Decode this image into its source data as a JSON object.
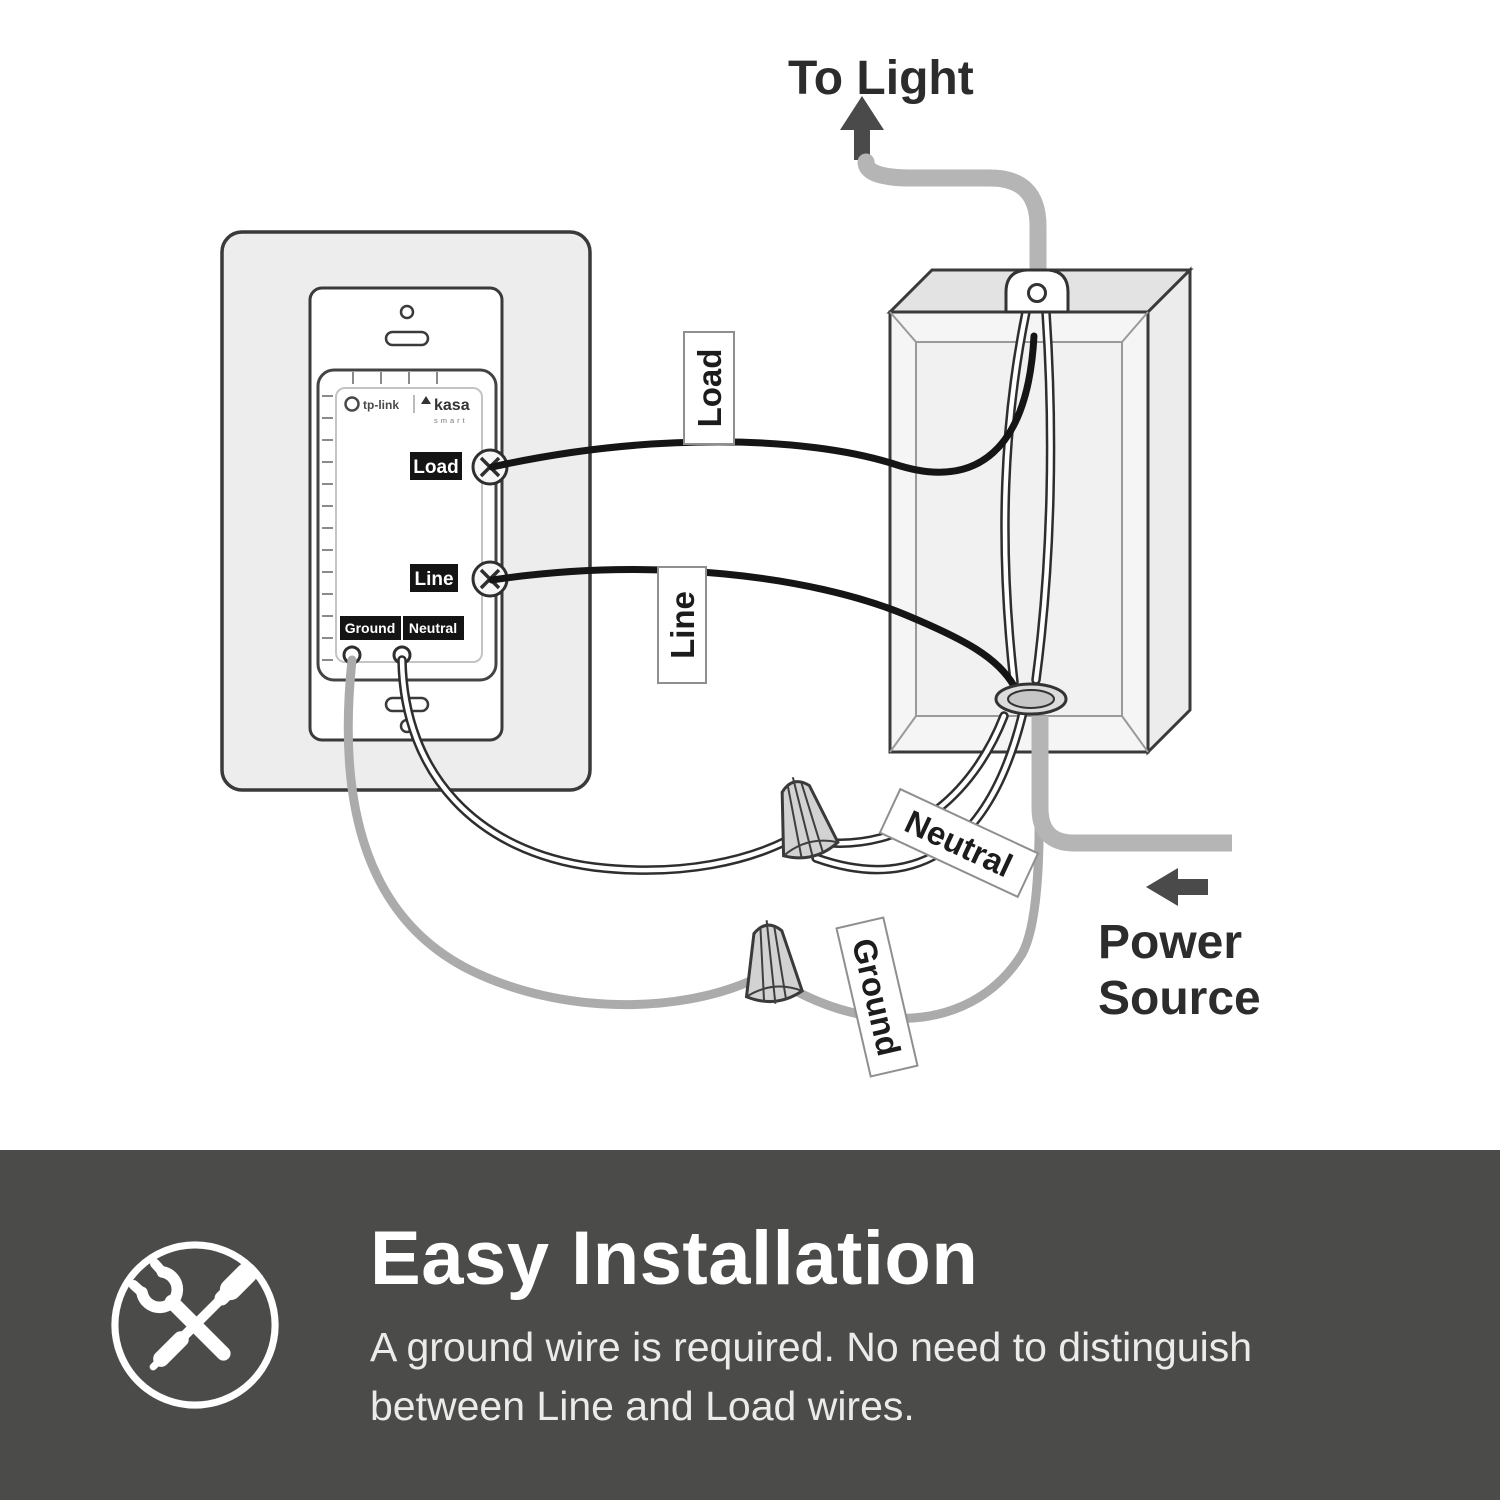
{
  "diagram": {
    "to_light": "To Light",
    "power_source": {
      "line1": "Power",
      "line2": "Source"
    },
    "wire_labels": {
      "load": "Load",
      "line": "Line",
      "neutral": "Neutral",
      "ground": "Ground"
    },
    "switch": {
      "brand_tplink": "tp-link",
      "brand_kasa": "kasa",
      "brand_kasa_sub": "smart",
      "terminals": {
        "load": "Load",
        "line": "Line",
        "ground": "Ground",
        "neutral": "Neutral"
      }
    }
  },
  "footer": {
    "title": "Easy Installation",
    "subtitle_line1": "A ground wire is required. No need to distinguish",
    "subtitle_line2": "between Line and Load wires.",
    "icon": "wrench-screwdriver-icon",
    "background_color": "#4b4b49",
    "text_color": "#ffffff"
  }
}
